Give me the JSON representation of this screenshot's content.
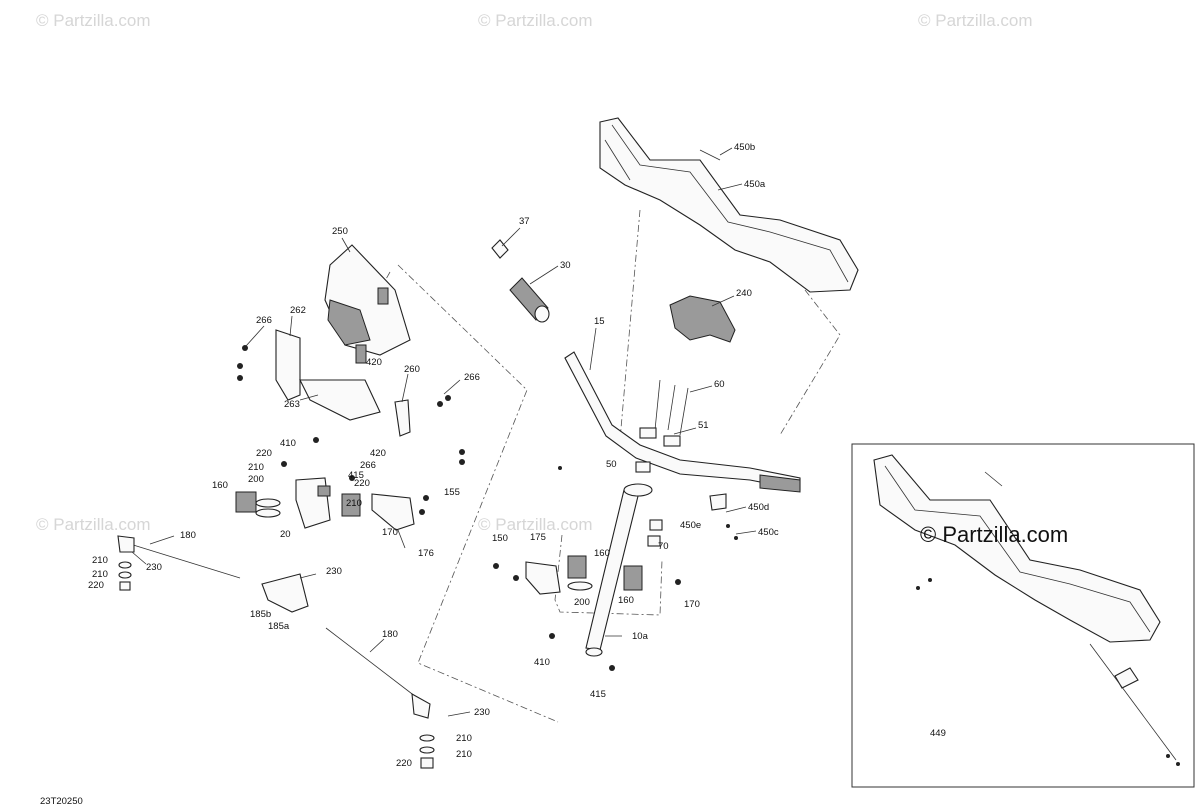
{
  "watermark": {
    "text": "© Partzilla.com",
    "inset_text": "© Partzilla.com"
  },
  "diagram_code": "23T20250",
  "callouts": {
    "c450b": "450b",
    "c450a": "450a",
    "c37": "37",
    "c30": "30",
    "c250": "250",
    "c240": "240",
    "c15": "15",
    "c266a": "266",
    "c262": "262",
    "c420a": "420",
    "c263": "263",
    "c260": "260",
    "c266b": "266",
    "c60": "60",
    "c51": "51",
    "c410a": "410",
    "c220a": "220",
    "c210a": "210",
    "c420b": "420",
    "c266c": "266",
    "c415a": "415",
    "c200a": "200",
    "c220b": "220",
    "c155": "155",
    "c160a": "160",
    "c210b": "210",
    "c20": "20",
    "c170a": "170",
    "c176": "176",
    "c50": "50",
    "c450d": "450d",
    "c450e": "450e",
    "c450c": "450c",
    "c70": "70",
    "c180a": "180",
    "c175": "175",
    "c150": "150",
    "c160b": "160",
    "c210c": "210",
    "c230a": "230",
    "c210d": "210",
    "c220c": "220",
    "c230b": "230",
    "c185b": "185b",
    "c185a": "185a",
    "c200b": "200",
    "c160c": "160",
    "c170b": "170",
    "c10a": "10a",
    "c180b": "180",
    "c410b": "410",
    "c415b": "415",
    "c230c": "230",
    "c210e": "210",
    "c210f": "210",
    "c220d": "220",
    "c449": "449"
  }
}
